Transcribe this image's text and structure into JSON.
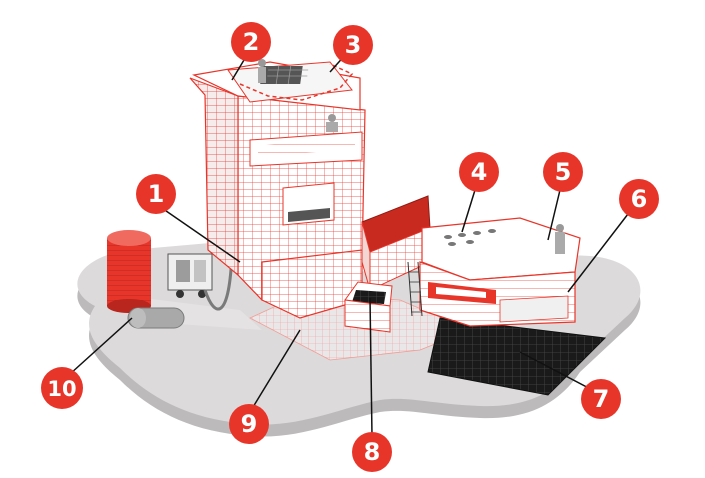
{
  "colors": {
    "accent": "#e8352a",
    "accent_dark": "#b8261d",
    "ground": "#d9d7d8",
    "ground_edge": "#bcbabb",
    "building_line": "#e8352a",
    "building_fill": "#ffffff",
    "building_shade": "#f4e9e8",
    "black": "#111111",
    "grey": "#9a9a9a"
  },
  "callouts": [
    {
      "id": 1,
      "label": "1"
    },
    {
      "id": 2,
      "label": "2"
    },
    {
      "id": 3,
      "label": "3"
    },
    {
      "id": 4,
      "label": "4"
    },
    {
      "id": 5,
      "label": "5"
    },
    {
      "id": 6,
      "label": "6"
    },
    {
      "id": 7,
      "label": "7"
    },
    {
      "id": 8,
      "label": "8"
    },
    {
      "id": 9,
      "label": "9"
    },
    {
      "id": 10,
      "label": "10"
    }
  ]
}
